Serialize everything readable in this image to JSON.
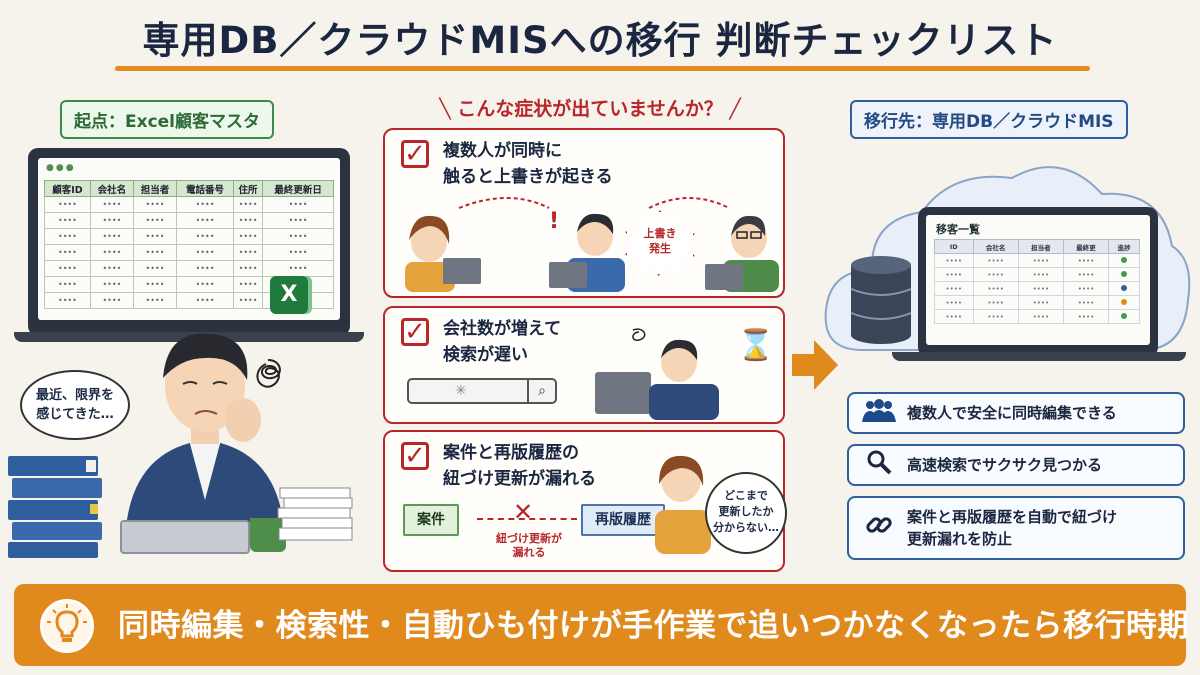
{
  "title": "専用DB／クラウドMISへの移行 判断チェックリスト",
  "left": {
    "tag": "起点：Excel顧客マスタ",
    "columns": [
      "顧客ID",
      "会社名",
      "担当者",
      "電話番号",
      "住所",
      "最終更新日"
    ],
    "cell_placeholder": "••••",
    "row_count": 7,
    "excel_icon": "X",
    "speech": "最近、限界を\n感じてきた…"
  },
  "center": {
    "question": "こんな症状が出ていませんか？",
    "cards": [
      {
        "text": "複数人が同時に\n触ると上書きが起きる",
        "burst": "上書き\n発生",
        "checked": true
      },
      {
        "text": "会社数が増えて\n検索が遅い",
        "checked": true
      },
      {
        "text": "案件と再版履歴の\n紐づけ更新が漏れる",
        "checked": true,
        "node_a": "案件",
        "node_b": "再版履歴",
        "link_caption": "紐づけ更新が\n漏れる",
        "speech": "どこまで\n更新したか\n分からない…"
      }
    ]
  },
  "right": {
    "tag": "移行先：専用DB／クラウドMIS",
    "screen_title": "移客一覧",
    "columns": [
      "ID",
      "会社名",
      "担当者",
      "最終更",
      "進捗"
    ],
    "status_colors": [
      "#3f9a4a",
      "#3f9a4a",
      "#2f5e9e",
      "#e08a1e",
      "#3f9a4a"
    ],
    "benefits": [
      {
        "icon": "people-icon",
        "text": "複数人で安全に同時編集できる"
      },
      {
        "icon": "search-icon",
        "text": "高速検索でサクサク見つかる"
      },
      {
        "icon": "link-icon",
        "text": "案件と再版履歴を自動で紐づけ\n更新漏れを防止"
      }
    ]
  },
  "banner": {
    "text": "同時編集・検索性・自動ひも付けが手作業で追いつかなくなったら移行時期"
  },
  "colors": {
    "accent_orange": "#e08a1e",
    "alert_red": "#b8262a",
    "green": "#3d8a4a",
    "blue": "#2f5e9e"
  }
}
